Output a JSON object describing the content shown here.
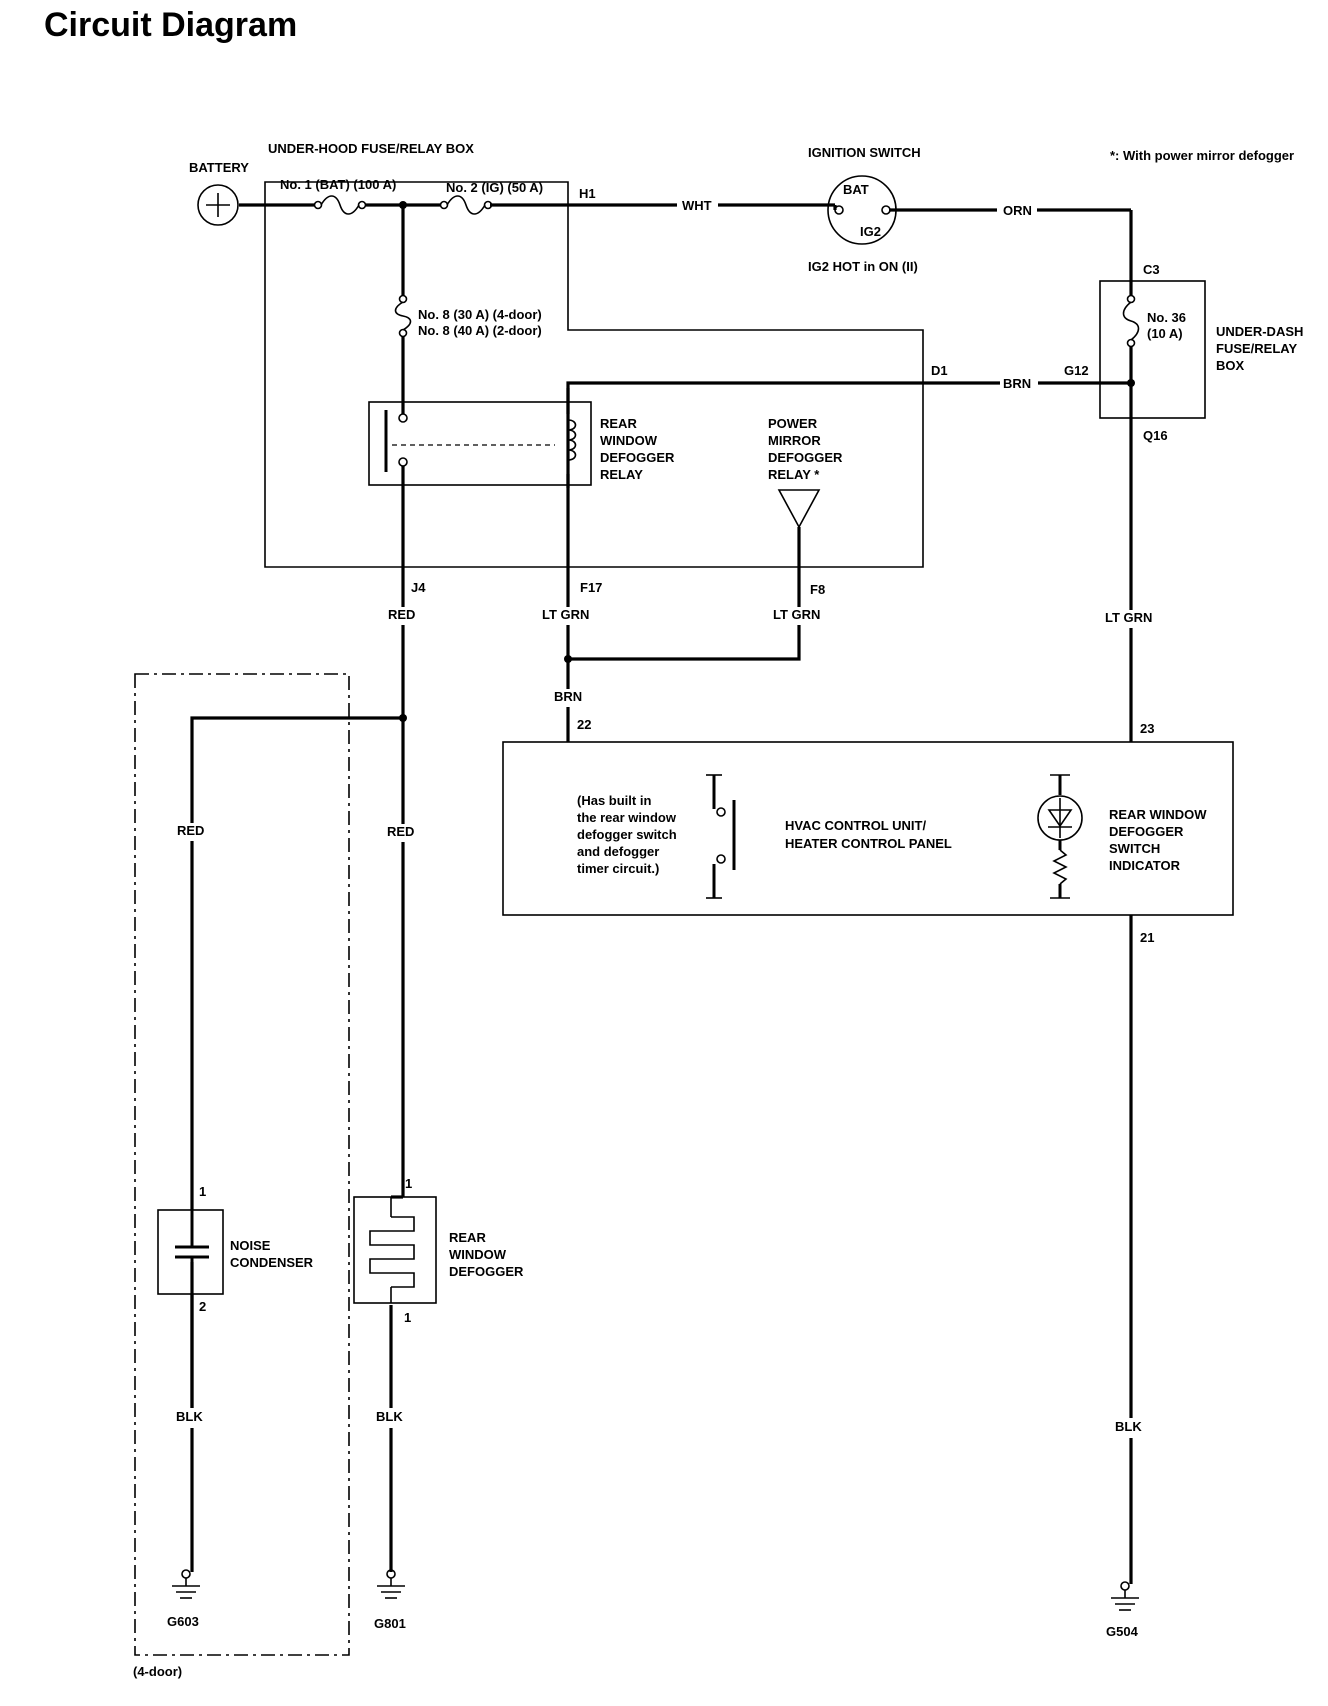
{
  "title": "Circuit Diagram",
  "note": "*:  With power mirror defogger",
  "components": {
    "battery": "BATTERY",
    "underhood_box": "UNDER-HOOD FUSE/RELAY BOX",
    "fuse1": "No. 1 (BAT) (100 A)",
    "fuse2": "No. 2 (IG) (50 A)",
    "fuse8_line1": "No. 8 (30 A) (4-door)",
    "fuse8_line2": "No. 8 (40 A) (2-door)",
    "ignition_switch": "IGNITION SWITCH",
    "ign_bat": "BAT",
    "ign_ig2": "IG2",
    "ign_note": "IG2 HOT in ON (II)",
    "rear_relay": [
      "REAR",
      "WINDOW",
      "DEFOGGER",
      "RELAY"
    ],
    "mirror_relay": [
      "POWER",
      "MIRROR",
      "DEFOGGER",
      "RELAY *"
    ],
    "fuse36_line1": "No. 36",
    "fuse36_line2": "(10 A)",
    "underdash_box": [
      "UNDER-DASH",
      "FUSE/RELAY",
      "BOX"
    ],
    "hvac_builtin": [
      "(Has built in",
      "the rear window",
      "defogger switch",
      "and defogger",
      "timer circuit.)"
    ],
    "hvac_unit": [
      "HVAC CONTROL UNIT/",
      "HEATER CONTROL PANEL"
    ],
    "indicator": [
      "REAR WINDOW",
      "DEFOGGER",
      "SWITCH",
      "INDICATOR"
    ],
    "noise_condenser": [
      "NOISE",
      "CONDENSER"
    ],
    "rear_defogger": [
      "REAR",
      "WINDOW",
      "DEFOGGER"
    ],
    "four_door": "(4-door)"
  },
  "connectors": {
    "h1": "H1",
    "c3": "C3",
    "d1": "D1",
    "g12": "G12",
    "q16": "Q16",
    "j4": "J4",
    "f17": "F17",
    "f8": "F8",
    "p22": "22",
    "p23": "23",
    "p21": "21",
    "cond_1": "1",
    "cond_2": "2",
    "def_1_top": "1",
    "def_1_bot": "1"
  },
  "wires": {
    "wht": "WHT",
    "orn": "ORN",
    "brn_d1": "BRN",
    "red_j4": "RED",
    "ltgrn_f17": "LT GRN",
    "ltgrn_f8": "LT GRN",
    "ltgrn_q16": "LT GRN",
    "brn_22": "BRN",
    "red_left": "RED",
    "red_mid": "RED",
    "blk_left": "BLK",
    "blk_mid": "BLK",
    "blk_right": "BLK"
  },
  "grounds": {
    "g603": "G603",
    "g801": "G801",
    "g504": "G504"
  }
}
